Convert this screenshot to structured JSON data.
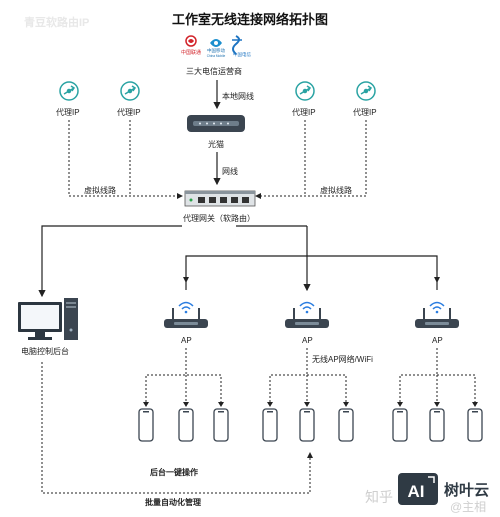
{
  "title": "工作室无线连接网络拓扑图",
  "watermark_top": "青豆软路由IP",
  "carriers": {
    "label": "三大电信运营商",
    "logo1_text": "中国联通",
    "logo2_text": "中国移动",
    "logo2_sub": "China Mobile",
    "logo3_text": "中国电信"
  },
  "proxies": [
    "代理IP",
    "代理IP",
    "代理IP",
    "代理IP"
  ],
  "links": {
    "local_net": "本地网线",
    "cable": "网线",
    "virtual_left": "虚拟线路",
    "virtual_right": "虚拟线路",
    "wireless": "无线AP网络/WiFi"
  },
  "modem_label": "光猫",
  "gateway_label": "代理网关（软路由）",
  "console_label": "电脑控制后台",
  "aps": [
    "AP",
    "AP",
    "AP"
  ],
  "bottom": {
    "line1": "后台一键操作",
    "line2": "批量自动化管理"
  },
  "footer_watermark": "知乎",
  "footer_watermark_tail": "@主相",
  "brand": {
    "logo": "AI",
    "name": "树叶云"
  },
  "colors": {
    "line": "#222222",
    "device": "#3b4550",
    "proxy_icon": "#2aa3a3",
    "wifi": "#2b7de0"
  }
}
